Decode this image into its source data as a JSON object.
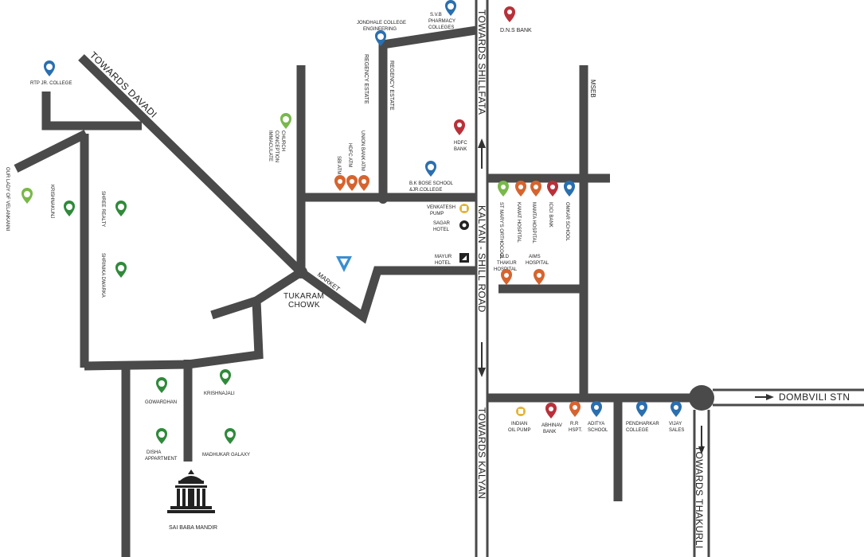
{
  "colors": {
    "road": "#4a4a4a",
    "red_pin": "#b8313a",
    "green_pin": "#2f8a3a",
    "blue_pin": "#2a6fb0",
    "orange_pin": "#d6642f",
    "light_green_pin": "#79b84a",
    "market_blue": "#3a8ed1"
  },
  "roads": {
    "kalyan_shill_road": "KALYAN - SHILL ROAD",
    "towards_shillfata": "TOWARDS SHILLFATA",
    "towards_kalyan": "TOWARDS KALYAN",
    "towards_davadi": "TOWARDS DAVADI",
    "towards_thakurli": "TOWARDS THAKURLI",
    "dombivli_stn": "DOMBVILI STN",
    "regency_estate_1": "REGENCY ESTATE",
    "regency_estate_2": "REGENCY ESTATE",
    "mseb": "MSEB",
    "market": "MARKET",
    "tukaram_chowk_1": "TUKARAM",
    "tukaram_chowk_2": "CHOWK"
  },
  "pois": {
    "dns_bank": {
      "label": "D.N.S BANK",
      "icon": "bank-pin-icon"
    },
    "svb_pharmacy": {
      "lines": [
        "S.V.B",
        "PHARMACY",
        "COLLEGES"
      ],
      "icon": "education-pin-icon"
    },
    "jondhale": {
      "lines": [
        "JONDHALE COLLEGE",
        "ENGINEERING"
      ],
      "icon": "education-pin-icon"
    },
    "rtp_college": {
      "label": "RTP JR. COLLEGE",
      "icon": "education-pin-icon"
    },
    "immaculate_church": {
      "lines": [
        "IMMACULATE",
        "CONCEPTION",
        "CHURCH"
      ],
      "icon": "church-pin-icon"
    },
    "our_lady": {
      "label": "OUR LADY OF VELANKANNI",
      "icon": "church-pin-icon"
    },
    "union_bank_atm": {
      "label": "UNION BANK ATM",
      "icon": "atm-pin-icon"
    },
    "hdfc_atm": {
      "label": "HDFC ATM",
      "icon": "atm-pin-icon"
    },
    "sbi_atm": {
      "label": "SBI ATM",
      "icon": "atm-pin-icon"
    },
    "hdfc_bank": {
      "lines": [
        "HDFC",
        "BANK"
      ],
      "icon": "bank-pin-icon"
    },
    "bk_bose_school": {
      "lines": [
        "B.K BOSE SCHOOL",
        "&JR.COLLEGE"
      ],
      "icon": "education-pin-icon"
    },
    "venkatesh_pump": {
      "lines": [
        "VENKATESH",
        "PUMP"
      ],
      "icon": "fuel-pump-icon"
    },
    "sagar_hotel": {
      "lines": [
        "SAGAR",
        "HOTEL"
      ],
      "icon": "hotel-eye-icon"
    },
    "mayur_hotel": {
      "lines": [
        "MAYUR",
        "HOTEL"
      ],
      "icon": "hotel-icon"
    },
    "st_marys": {
      "label": "ST MARY'S ORTHOCOOL",
      "icon": "church-pin-icon"
    },
    "kamat_hospital": {
      "label": "KAMAT HOSPITAL",
      "icon": "hospital-pin-icon"
    },
    "mamta_hospital": {
      "label": "MAMTA HOSPITAL",
      "icon": "hospital-pin-icon"
    },
    "icici_bank": {
      "label": "ICICI BANK",
      "icon": "bank-pin-icon"
    },
    "omkar_school": {
      "label": "OMKAR SCHOOL",
      "icon": "education-pin-icon"
    },
    "md_thakur": {
      "lines": [
        "M.D",
        "THAKUR",
        "HOSPITAL"
      ],
      "icon": "hospital-pin-icon"
    },
    "aims_hospital": {
      "lines": [
        "AIMS",
        "HOSPITAL"
      ],
      "icon": "hospital-pin-icon"
    },
    "krishnakunj": {
      "label": "KRISHNAKUNJ",
      "icon": "residence-pin-icon"
    },
    "shree_realty": {
      "label": "SHREE REALTY",
      "icon": "residence-pin-icon"
    },
    "shrinika_dwarka": {
      "label": "SHRINIKA DWARKA",
      "icon": "residence-pin-icon"
    },
    "gowardhan": {
      "label": "GOWARDHAN",
      "icon": "residence-pin-icon"
    },
    "krishnajali": {
      "label": "KRISHNAJALI",
      "icon": "residence-pin-icon"
    },
    "disha": {
      "lines": [
        "DISHA",
        "APPARTMENT"
      ],
      "icon": "residence-pin-icon"
    },
    "madhukar": {
      "label": "MADHUKAR GALAXY",
      "icon": "residence-pin-icon"
    },
    "sai_baba": {
      "label": "SAI BABA MANDIR",
      "icon": "temple-icon"
    },
    "indian_oil": {
      "lines": [
        "INDIAN",
        "OIL PUMP"
      ],
      "icon": "fuel-pump-icon"
    },
    "abhinav_bank": {
      "lines": [
        "ABHINAV",
        "BANK"
      ],
      "icon": "bank-pin-icon"
    },
    "rr_hospital": {
      "lines": [
        "R.R",
        "HSPT."
      ],
      "icon": "hospital-pin-icon"
    },
    "aditya_school": {
      "lines": [
        "ADITYA",
        "SCHOOL"
      ],
      "icon": "education-pin-icon"
    },
    "pendharkar": {
      "lines": [
        "PENDHARKAR",
        "COLLEGE"
      ],
      "icon": "education-pin-icon"
    },
    "vijay_sales": {
      "lines": [
        "VIJAY",
        "SALES"
      ],
      "icon": "shop-pin-icon"
    }
  }
}
